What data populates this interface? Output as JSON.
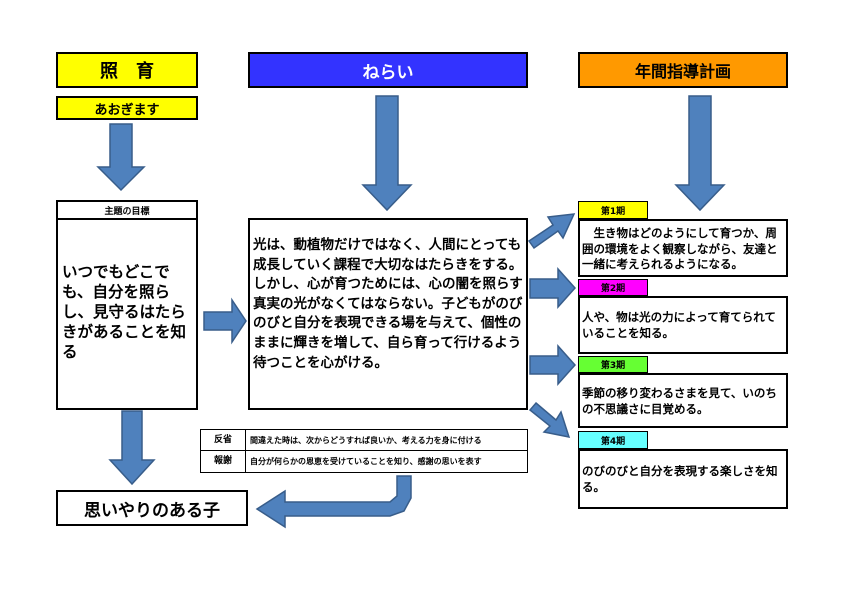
{
  "headers": {
    "shoiku": "照　育",
    "nerai": "ねらい",
    "nenkan": "年間指導計画"
  },
  "aogimasu": "あおぎます",
  "theme": {
    "title": "主題の目標",
    "body": "いつでもどこでも、自分を照らし、見守るはたらきがあることを知る"
  },
  "nerai_body": "光は、動植物だけではなく、人間にとっても成長していく課程で大切なはたらきをする。しかし、心が育つためには、心の闇を照らす真実の光がなくてはならない。子どもがのびのびと自分を表現できる場を与えて、個性のままに輝きを増して、自ら育って行けるよう待つことを心がける。",
  "outcome": "思いやりのある子",
  "reflection": [
    {
      "label": "反省",
      "text": "間違えた時は、次からどうすれば良いか、考える力を身に付ける"
    },
    {
      "label": "報謝",
      "text": "自分が何らかの恩恵を受けていることを知り、感謝の思いを表す"
    }
  ],
  "periods": [
    {
      "label": "第1期",
      "color": "#ffff00",
      "text": "生き物はどのようにして育つか、周囲の環境をよく観察しながら、友達と一緒に考えられるようになる。"
    },
    {
      "label": "第2期",
      "color": "#ff00ff",
      "text": "人や、物は光の力によって育てられていることを知る。"
    },
    {
      "label": "第3期",
      "color": "#66ff33",
      "text": "季節の移り変わるさまを見て、いのちの不思議さに目覚める。"
    },
    {
      "label": "第4期",
      "color": "#66ffff",
      "text": "のびのびと自分を表現する楽しさを知る。"
    }
  ],
  "colors": {
    "header_yellow": "#ffff00",
    "header_blue": "#3333ff",
    "header_orange": "#ff9900",
    "arrow_fill": "#4f81bd",
    "arrow_stroke": "#385d8a"
  }
}
